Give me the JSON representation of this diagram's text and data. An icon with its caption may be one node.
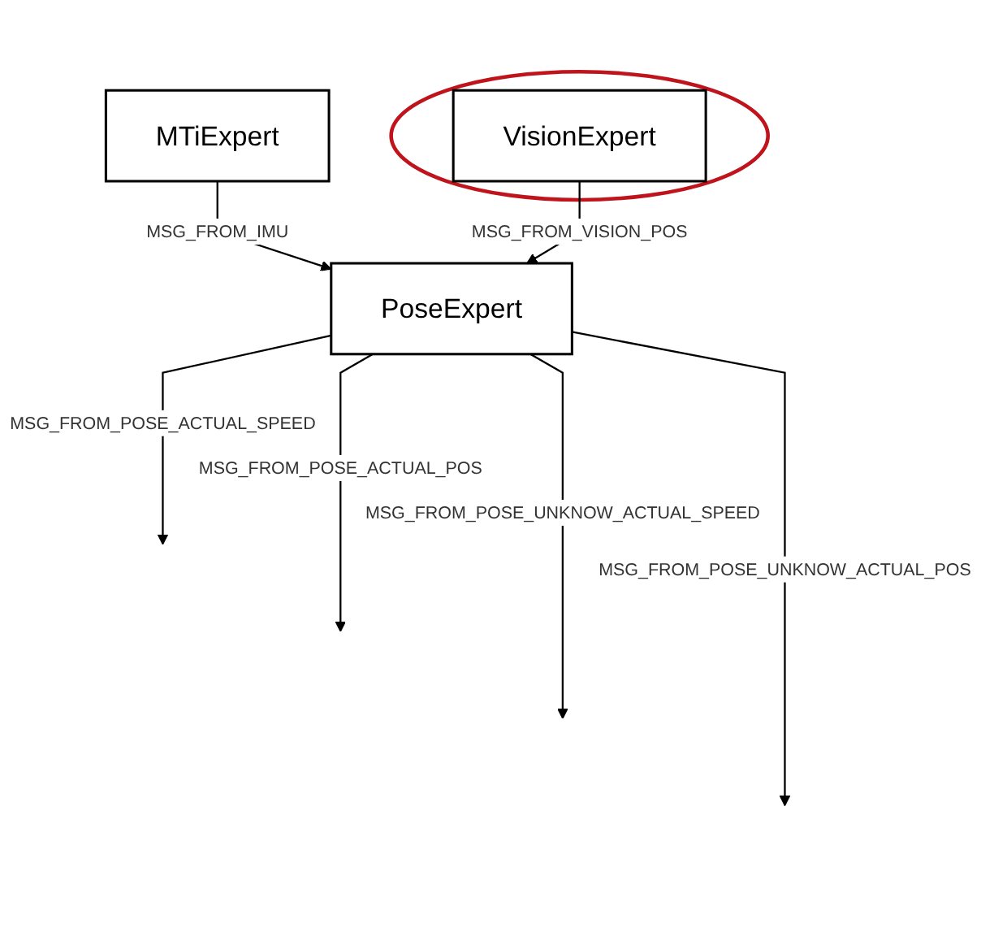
{
  "diagram": {
    "nodes": [
      {
        "text": [
          "MTiExpert"
        ]
      },
      {
        "text": [],
        "shape": "circle"
      },
      {
        "text": [
          "VisionExpert"
        ],
        "in": 1
      },
      {
        "text": [
          "PoseExpert"
        ]
      }
    ],
    "edges": [
      {
        "from": 0,
        "to": 3,
        "arrow": "to",
        "label": "MSG_FROM_IMU"
      },
      {
        "from": 2,
        "to": 3,
        "arrow": "to",
        "label": "MSG_FROM_VISION_POS"
      },
      {
        "from": 3,
        "to": null,
        "arrow": "to",
        "label": "MSG_FROM_POSE_ACTUAL_SPEED"
      },
      {
        "from": 3,
        "to": null,
        "arrow": "to",
        "label": "MSG_FROM_POSE_ACTUAL_POS"
      },
      {
        "from": 3,
        "to": null,
        "arrow": "to",
        "label": "MSG_FROM_POSE_UNKNOW_ACTUAL_SPEED"
      },
      {
        "from": 3,
        "to": null,
        "arrow": "to",
        "label": "MSG_FROM_POSE_UNKNOW_ACTUAL_POS"
      }
    ]
  }
}
